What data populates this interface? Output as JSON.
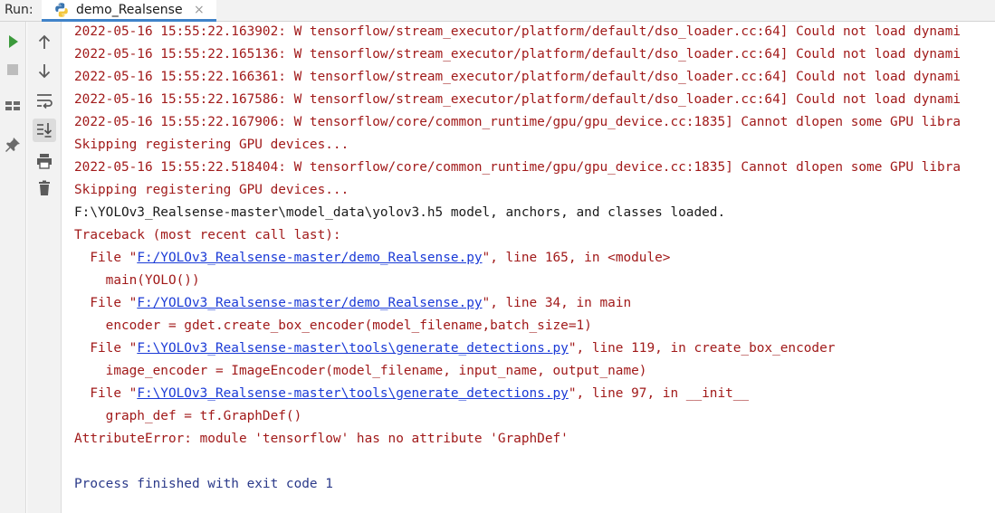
{
  "header": {
    "run_label": "Run:",
    "tab_label": "demo_Realsense",
    "close_glyph": "×"
  },
  "toolbar": {
    "left": [
      {
        "name": "run-icon",
        "title": "Rerun"
      },
      {
        "name": "stop-icon",
        "title": "Stop"
      },
      {
        "name": "layout-icon",
        "title": "Restore Layout"
      },
      {
        "name": "pin-icon",
        "title": "Pin Tab"
      }
    ],
    "right": [
      {
        "name": "scroll-up-icon",
        "title": "Up"
      },
      {
        "name": "scroll-down-icon",
        "title": "Down"
      },
      {
        "name": "soft-wrap-icon",
        "title": "Soft-Wrap"
      },
      {
        "name": "scroll-to-end-icon",
        "title": "Scroll to the End"
      },
      {
        "name": "print-icon",
        "title": "Print"
      },
      {
        "name": "trash-icon",
        "title": "Clear All"
      }
    ]
  },
  "colors": {
    "error_text": "#a11a1a",
    "normal_text": "#1a1a1a",
    "link_text": "#1a3ad6",
    "exit_text": "#2b3a8a",
    "tab_underline": "#4083c9",
    "run_green": "#3c9a3c"
  },
  "console": {
    "lines": [
      {
        "kind": "err",
        "text": "2022-05-16 15:55:22.163902: W tensorflow/stream_executor/platform/default/dso_loader.cc:64] Could not load dynami"
      },
      {
        "kind": "err",
        "text": "2022-05-16 15:55:22.165136: W tensorflow/stream_executor/platform/default/dso_loader.cc:64] Could not load dynami"
      },
      {
        "kind": "err",
        "text": "2022-05-16 15:55:22.166361: W tensorflow/stream_executor/platform/default/dso_loader.cc:64] Could not load dynami"
      },
      {
        "kind": "err",
        "text": "2022-05-16 15:55:22.167586: W tensorflow/stream_executor/platform/default/dso_loader.cc:64] Could not load dynami"
      },
      {
        "kind": "err",
        "text": "2022-05-16 15:55:22.167906: W tensorflow/core/common_runtime/gpu/gpu_device.cc:1835] Cannot dlopen some GPU libra"
      },
      {
        "kind": "err",
        "text": "Skipping registering GPU devices..."
      },
      {
        "kind": "err",
        "text": "2022-05-16 15:55:22.518404: W tensorflow/core/common_runtime/gpu/gpu_device.cc:1835] Cannot dlopen some GPU libra"
      },
      {
        "kind": "err",
        "text": "Skipping registering GPU devices..."
      },
      {
        "kind": "out",
        "text": "F:\\YOLOv3_Realsense-master\\model_data\\yolov3.h5 model, anchors, and classes loaded."
      },
      {
        "kind": "err",
        "text": "Traceback (most recent call last):"
      },
      {
        "kind": "trace",
        "pre": "  File \"",
        "link": "F:/YOLOv3_Realsense-master/demo_Realsense.py",
        "post": "\", line 165, in <module>"
      },
      {
        "kind": "err",
        "text": "    main(YOLO())"
      },
      {
        "kind": "trace",
        "pre": "  File \"",
        "link": "F:/YOLOv3_Realsense-master/demo_Realsense.py",
        "post": "\", line 34, in main"
      },
      {
        "kind": "err",
        "text": "    encoder = gdet.create_box_encoder(model_filename,batch_size=1)"
      },
      {
        "kind": "trace",
        "pre": "  File \"",
        "link": "F:\\YOLOv3_Realsense-master\\tools\\generate_detections.py",
        "post": "\", line 119, in create_box_encoder"
      },
      {
        "kind": "err",
        "text": "    image_encoder = ImageEncoder(model_filename, input_name, output_name)"
      },
      {
        "kind": "trace",
        "pre": "  File \"",
        "link": "F:\\YOLOv3_Realsense-master\\tools\\generate_detections.py",
        "post": "\", line 97, in __init__"
      },
      {
        "kind": "err",
        "text": "    graph_def = tf.GraphDef()"
      },
      {
        "kind": "err",
        "text": "AttributeError: module 'tensorflow' has no attribute 'GraphDef'"
      },
      {
        "kind": "blank",
        "text": ""
      },
      {
        "kind": "fin",
        "text": "Process finished with exit code 1"
      }
    ]
  }
}
